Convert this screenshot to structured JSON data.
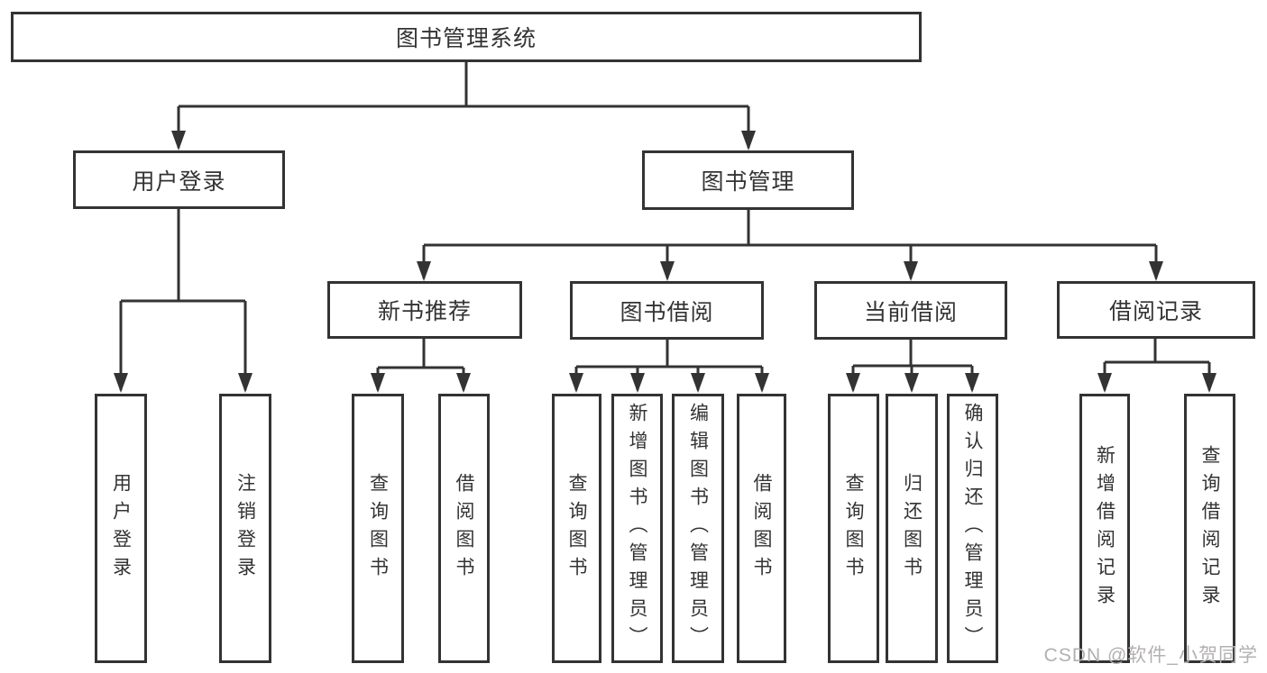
{
  "diagram": {
    "type": "hierarchy-structure-chart",
    "root": {
      "label": "图书管理系统"
    },
    "level2": [
      {
        "label": "用户登录",
        "children": [
          {
            "label": "用户登录"
          },
          {
            "label": "注销登录"
          }
        ]
      },
      {
        "label": "图书管理",
        "children": [
          {
            "label": "新书推荐",
            "children": [
              {
                "label": "查询图书"
              },
              {
                "label": "借阅图书"
              }
            ]
          },
          {
            "label": "图书借阅",
            "children": [
              {
                "label": "查询图书"
              },
              {
                "label": "新增图书（管理员）"
              },
              {
                "label": "编辑图书（管理员）"
              },
              {
                "label": "借阅图书"
              }
            ]
          },
          {
            "label": "当前借阅",
            "children": [
              {
                "label": "查询图书"
              },
              {
                "label": "归还图书"
              },
              {
                "label": "确认归还（管理员）"
              }
            ]
          },
          {
            "label": "借阅记录",
            "children": [
              {
                "label": "新增借阅记录"
              },
              {
                "label": "查询借阅记录"
              }
            ]
          }
        ]
      }
    ]
  },
  "colors": {
    "line": "#333333",
    "box_border": "#333333",
    "box_background": "#ffffff",
    "text": "#333333",
    "watermark": "#b3b0b0",
    "page_background": "#ffffff"
  },
  "watermark": {
    "text": "CSDN @软件_小贺同学"
  }
}
